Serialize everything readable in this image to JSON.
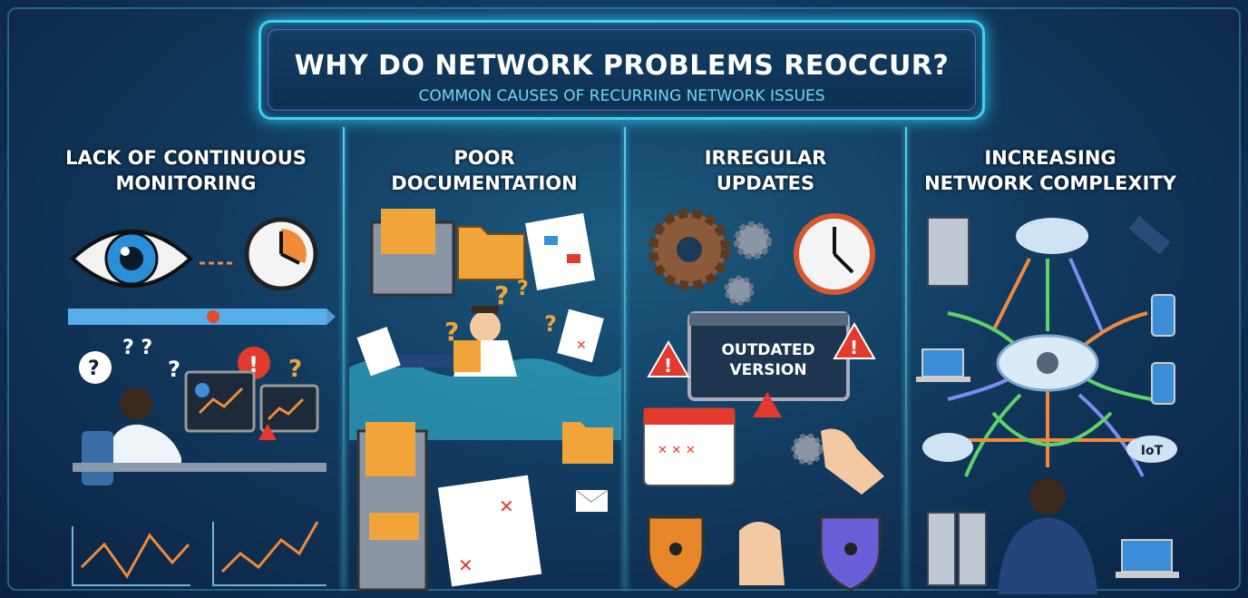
{
  "header": {
    "title": "WHY DO NETWORK PROBLEMS REOCCUR?",
    "subtitle": "COMMON CAUSES OF RECURRING NETWORK ISSUES"
  },
  "panels": [
    {
      "title_line1": "LACK OF CONTINUOUS",
      "title_line2": "MONITORING"
    },
    {
      "title_line1": "POOR",
      "title_line2": "DOCUMENTATION"
    },
    {
      "title_line1": "IRREGULAR",
      "title_line2": "UPDATES",
      "window_text_line1": "OUTDATED",
      "window_text_line2": "VERSION"
    },
    {
      "title_line1": "INCREASING",
      "title_line2": "NETWORK COMPLEXITY",
      "iot_label": "IoT"
    }
  ],
  "colors": {
    "accent": "#3fd0f0",
    "warning": "#e23b2e",
    "folder": "#f0a43a",
    "arrow_green": "#5fd36a",
    "arrow_orange": "#f08a3a"
  }
}
